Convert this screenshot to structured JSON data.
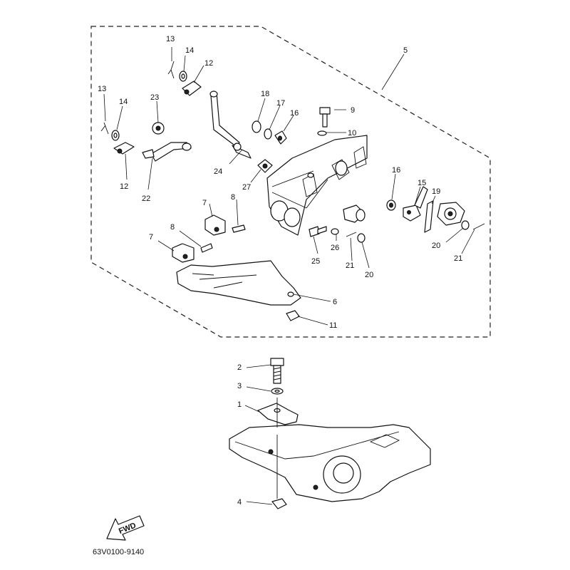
{
  "callouts": [
    {
      "id": "c13a",
      "text": "13"
    },
    {
      "id": "c14a",
      "text": "14"
    },
    {
      "id": "c12a",
      "text": "12"
    },
    {
      "id": "c13b",
      "text": "13"
    },
    {
      "id": "c14b",
      "text": "14"
    },
    {
      "id": "c23",
      "text": "23"
    },
    {
      "id": "c12b",
      "text": "12"
    },
    {
      "id": "c22",
      "text": "22"
    },
    {
      "id": "c18",
      "text": "18"
    },
    {
      "id": "c17",
      "text": "17"
    },
    {
      "id": "c16a",
      "text": "16"
    },
    {
      "id": "c9",
      "text": "9"
    },
    {
      "id": "c10",
      "text": "10"
    },
    {
      "id": "c5",
      "text": "5"
    },
    {
      "id": "c24",
      "text": "24"
    },
    {
      "id": "c27",
      "text": "27"
    },
    {
      "id": "c16b",
      "text": "16"
    },
    {
      "id": "c15",
      "text": "15"
    },
    {
      "id": "c19",
      "text": "19"
    },
    {
      "id": "c7a",
      "text": "7"
    },
    {
      "id": "c8a",
      "text": "8"
    },
    {
      "id": "c8b",
      "text": "8"
    },
    {
      "id": "c7b",
      "text": "7"
    },
    {
      "id": "c26",
      "text": "26"
    },
    {
      "id": "c25",
      "text": "25"
    },
    {
      "id": "c21a",
      "text": "21"
    },
    {
      "id": "c20a",
      "text": "20"
    },
    {
      "id": "c20b",
      "text": "20"
    },
    {
      "id": "c21b",
      "text": "21"
    },
    {
      "id": "c6",
      "text": "6"
    },
    {
      "id": "c11",
      "text": "11"
    },
    {
      "id": "c2",
      "text": "2"
    },
    {
      "id": "c3",
      "text": "3"
    },
    {
      "id": "c1",
      "text": "1"
    },
    {
      "id": "c4",
      "text": "4"
    }
  ],
  "fwd_label": "FWD",
  "diagram_code": "63V0100-9140"
}
